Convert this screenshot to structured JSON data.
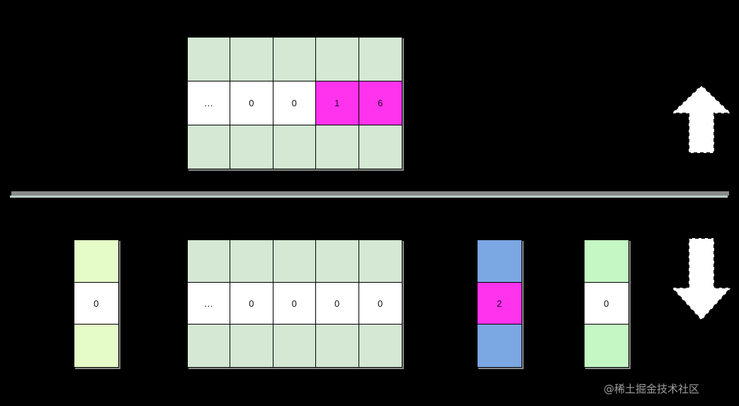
{
  "diagram": {
    "background_color": "#000000",
    "top_section": {
      "grid": {
        "rows": 3,
        "cols": 5,
        "pad_color": "#d4e8d4",
        "data_row_index": 1,
        "cells": [
          [
            {
              "text": "",
              "style": "pad"
            },
            {
              "text": "",
              "style": "pad"
            },
            {
              "text": "",
              "style": "pad"
            },
            {
              "text": "",
              "style": "pad"
            },
            {
              "text": "",
              "style": "pad"
            }
          ],
          [
            {
              "text": "...",
              "style": "white"
            },
            {
              "text": "0",
              "style": "white"
            },
            {
              "text": "0",
              "style": "white"
            },
            {
              "text": "1",
              "style": "magenta"
            },
            {
              "text": "6",
              "style": "magenta"
            }
          ],
          [
            {
              "text": "",
              "style": "pad"
            },
            {
              "text": "",
              "style": "pad"
            },
            {
              "text": "",
              "style": "pad"
            },
            {
              "text": "",
              "style": "pad"
            },
            {
              "text": "",
              "style": "pad"
            }
          ]
        ]
      },
      "arrow": {
        "name": "arrow-up",
        "direction": "up",
        "fill": "#ffffff",
        "stroke": "#000000",
        "stroke_style": "dashed"
      }
    },
    "divider": {
      "shadow_color": "#8a8a8a",
      "line_color": "#b9cec6"
    },
    "bottom_section": {
      "left_column": {
        "pad_color": "#e6fcc8",
        "cells": [
          {
            "text": "",
            "style": "ypad"
          },
          {
            "text": "0",
            "style": "white"
          },
          {
            "text": "",
            "style": "ypad"
          }
        ]
      },
      "grid": {
        "rows": 3,
        "cols": 5,
        "pad_color": "#d4e8d4",
        "data_row_index": 1,
        "cells": [
          [
            {
              "text": "",
              "style": "pad"
            },
            {
              "text": "",
              "style": "pad"
            },
            {
              "text": "",
              "style": "pad"
            },
            {
              "text": "",
              "style": "pad"
            },
            {
              "text": "",
              "style": "pad"
            }
          ],
          [
            {
              "text": "...",
              "style": "white"
            },
            {
              "text": "0",
              "style": "white"
            },
            {
              "text": "0",
              "style": "white"
            },
            {
              "text": "0",
              "style": "white"
            },
            {
              "text": "0",
              "style": "white"
            }
          ],
          [
            {
              "text": "",
              "style": "pad"
            },
            {
              "text": "",
              "style": "pad"
            },
            {
              "text": "",
              "style": "pad"
            },
            {
              "text": "",
              "style": "pad"
            },
            {
              "text": "",
              "style": "pad"
            }
          ]
        ]
      },
      "blue_column": {
        "pad_color": "#7ba7e3",
        "cells": [
          {
            "text": "",
            "style": "blue"
          },
          {
            "text": "2",
            "style": "magenta"
          },
          {
            "text": "",
            "style": "blue"
          }
        ]
      },
      "green_column": {
        "pad_color": "#c4f7c4",
        "cells": [
          {
            "text": "",
            "style": "gpad"
          },
          {
            "text": "0",
            "style": "white"
          },
          {
            "text": "",
            "style": "gpad"
          }
        ]
      },
      "arrow": {
        "name": "arrow-down",
        "direction": "down",
        "fill": "#ffffff",
        "stroke": "#000000",
        "stroke_style": "dashed"
      }
    },
    "watermark": {
      "text": "@稀土掘金技术社区"
    }
  }
}
